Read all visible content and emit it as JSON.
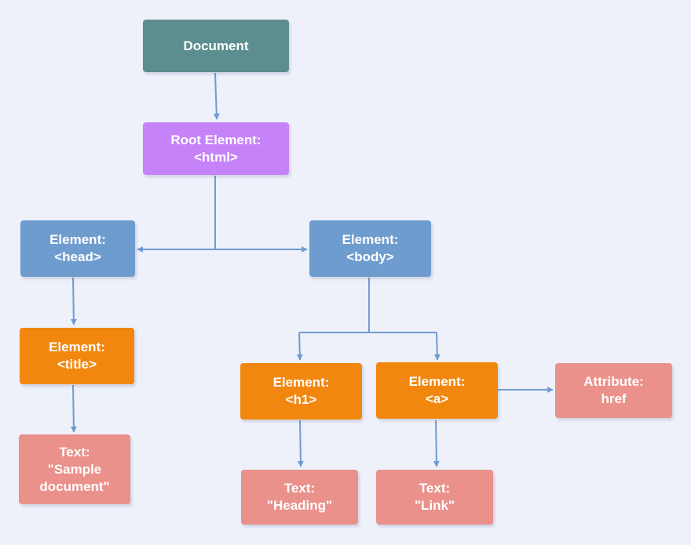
{
  "nodes": {
    "document": {
      "line1": "Document",
      "line2": "",
      "line3": ""
    },
    "root": {
      "line1": "Root Element:",
      "line2": "<html>",
      "line3": ""
    },
    "head": {
      "line1": "Element:",
      "line2": "<head>",
      "line3": ""
    },
    "body": {
      "line1": "Element:",
      "line2": "<body>",
      "line3": ""
    },
    "title": {
      "line1": "Element:",
      "line2": "<title>",
      "line3": ""
    },
    "h1": {
      "line1": "Element:",
      "line2": "<h1>",
      "line3": ""
    },
    "a": {
      "line1": "Element:",
      "line2": "<a>",
      "line3": ""
    },
    "attr_href": {
      "line1": "Attribute:",
      "line2": "href",
      "line3": ""
    },
    "text_sample": {
      "line1": "Text:",
      "line2": "\"Sample",
      "line3": "document\""
    },
    "text_heading": {
      "line1": "Text:",
      "line2": "\"Heading\"",
      "line3": ""
    },
    "text_link": {
      "line1": "Text:",
      "line2": "\"Link\"",
      "line3": ""
    }
  },
  "colors": {
    "background": "#eef0fa",
    "document": "#5c8d8f",
    "root": "#c582f9",
    "element_blue": "#6f9ccf",
    "element_orange": "#f2870f",
    "text_node": "#ea918b",
    "connector": "#6f9ccf"
  }
}
